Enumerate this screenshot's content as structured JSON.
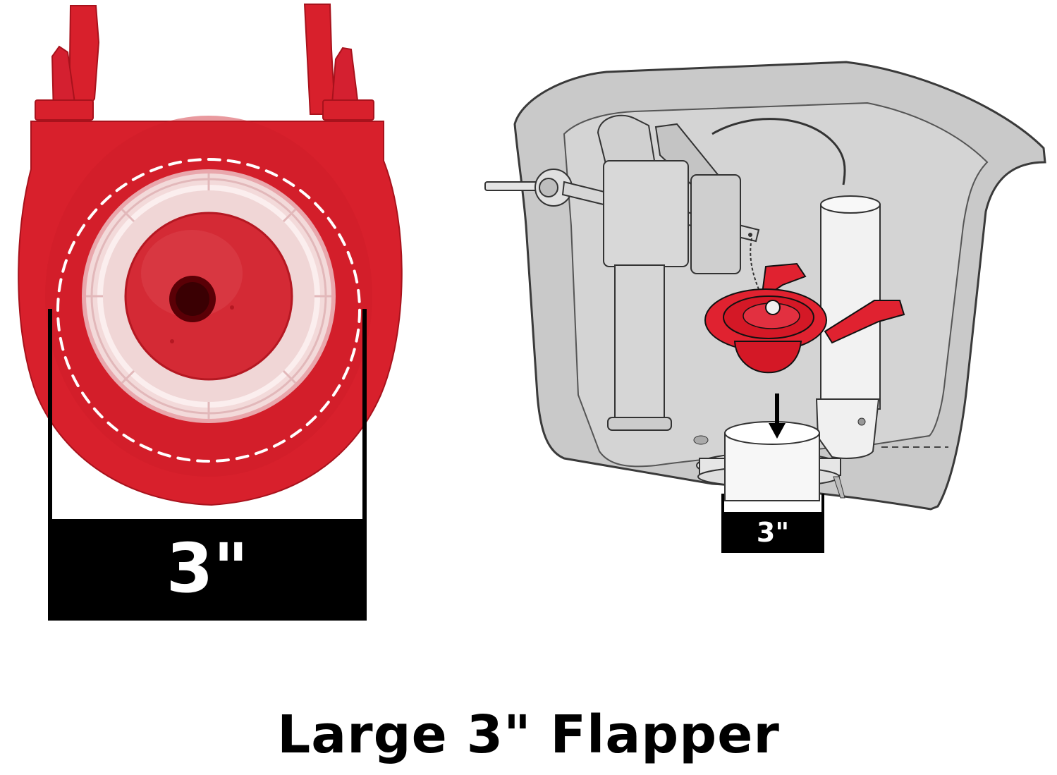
{
  "colors": {
    "background": "#ffffff",
    "flapper_red": "#d8202c",
    "flapper_red_dark": "#b8141f",
    "flapper_white_ring": "#f3dada",
    "seal_dash": "#ffffff",
    "dimension_black": "#000000",
    "tank_fill": "#c9c9c9",
    "tank_outline": "#3a3a3a",
    "part_white": "#f4f4f4"
  },
  "icons": {
    "flapper_photo": "flapper-top-view",
    "tank_diagram": "toilet-tank-cutaway",
    "arrow": "arrow-down-icon"
  },
  "flapper": {
    "dimension_label": "3\""
  },
  "tank": {
    "dimension_label": "3\""
  },
  "caption": "Large 3\" Flapper"
}
